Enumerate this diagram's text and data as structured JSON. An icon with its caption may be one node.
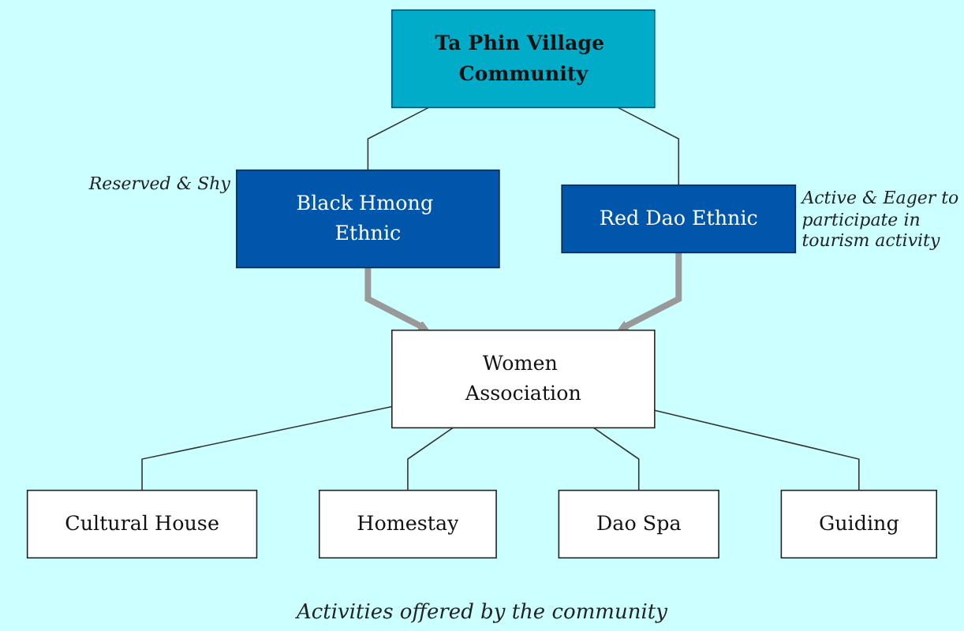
{
  "diagram": {
    "nodes": [
      {
        "text": [
          "Ta Phin Village Community"
        ]
      },
      {
        "text": [
          "Black Hmong Ethnic"
        ],
        "beside": [
          "Reserved & Shy"
        ]
      },
      {
        "text": [
          "Red Dao Ethnic"
        ],
        "beside": [
          "Active & Eager to participate in tourism activity"
        ]
      },
      {
        "text": [
          "Women Association"
        ]
      },
      {
        "text": [
          "Cultural House"
        ]
      },
      {
        "text": [
          "Homestay"
        ]
      },
      {
        "text": [
          "Dao Spa"
        ]
      },
      {
        "text": [
          "Guiding"
        ]
      }
    ],
    "edges": [
      {
        "from": 0,
        "to": 1,
        "arrow": "none"
      },
      {
        "from": 0,
        "to": 2,
        "arrow": "none"
      },
      {
        "from": 1,
        "to": 3,
        "arrow": "to",
        "style": "thick",
        "color": "#999999"
      },
      {
        "from": 2,
        "to": 3,
        "arrow": "to",
        "style": "thick",
        "color": "#999999"
      },
      {
        "from": 3,
        "to": 4,
        "arrow": "none"
      },
      {
        "from": 3,
        "to": 5,
        "arrow": "none"
      },
      {
        "from": 3,
        "to": 6,
        "arrow": "none"
      },
      {
        "from": 3,
        "to": 7,
        "arrow": "none"
      }
    ],
    "labels": [
      "Activities offered by the community"
    ]
  }
}
